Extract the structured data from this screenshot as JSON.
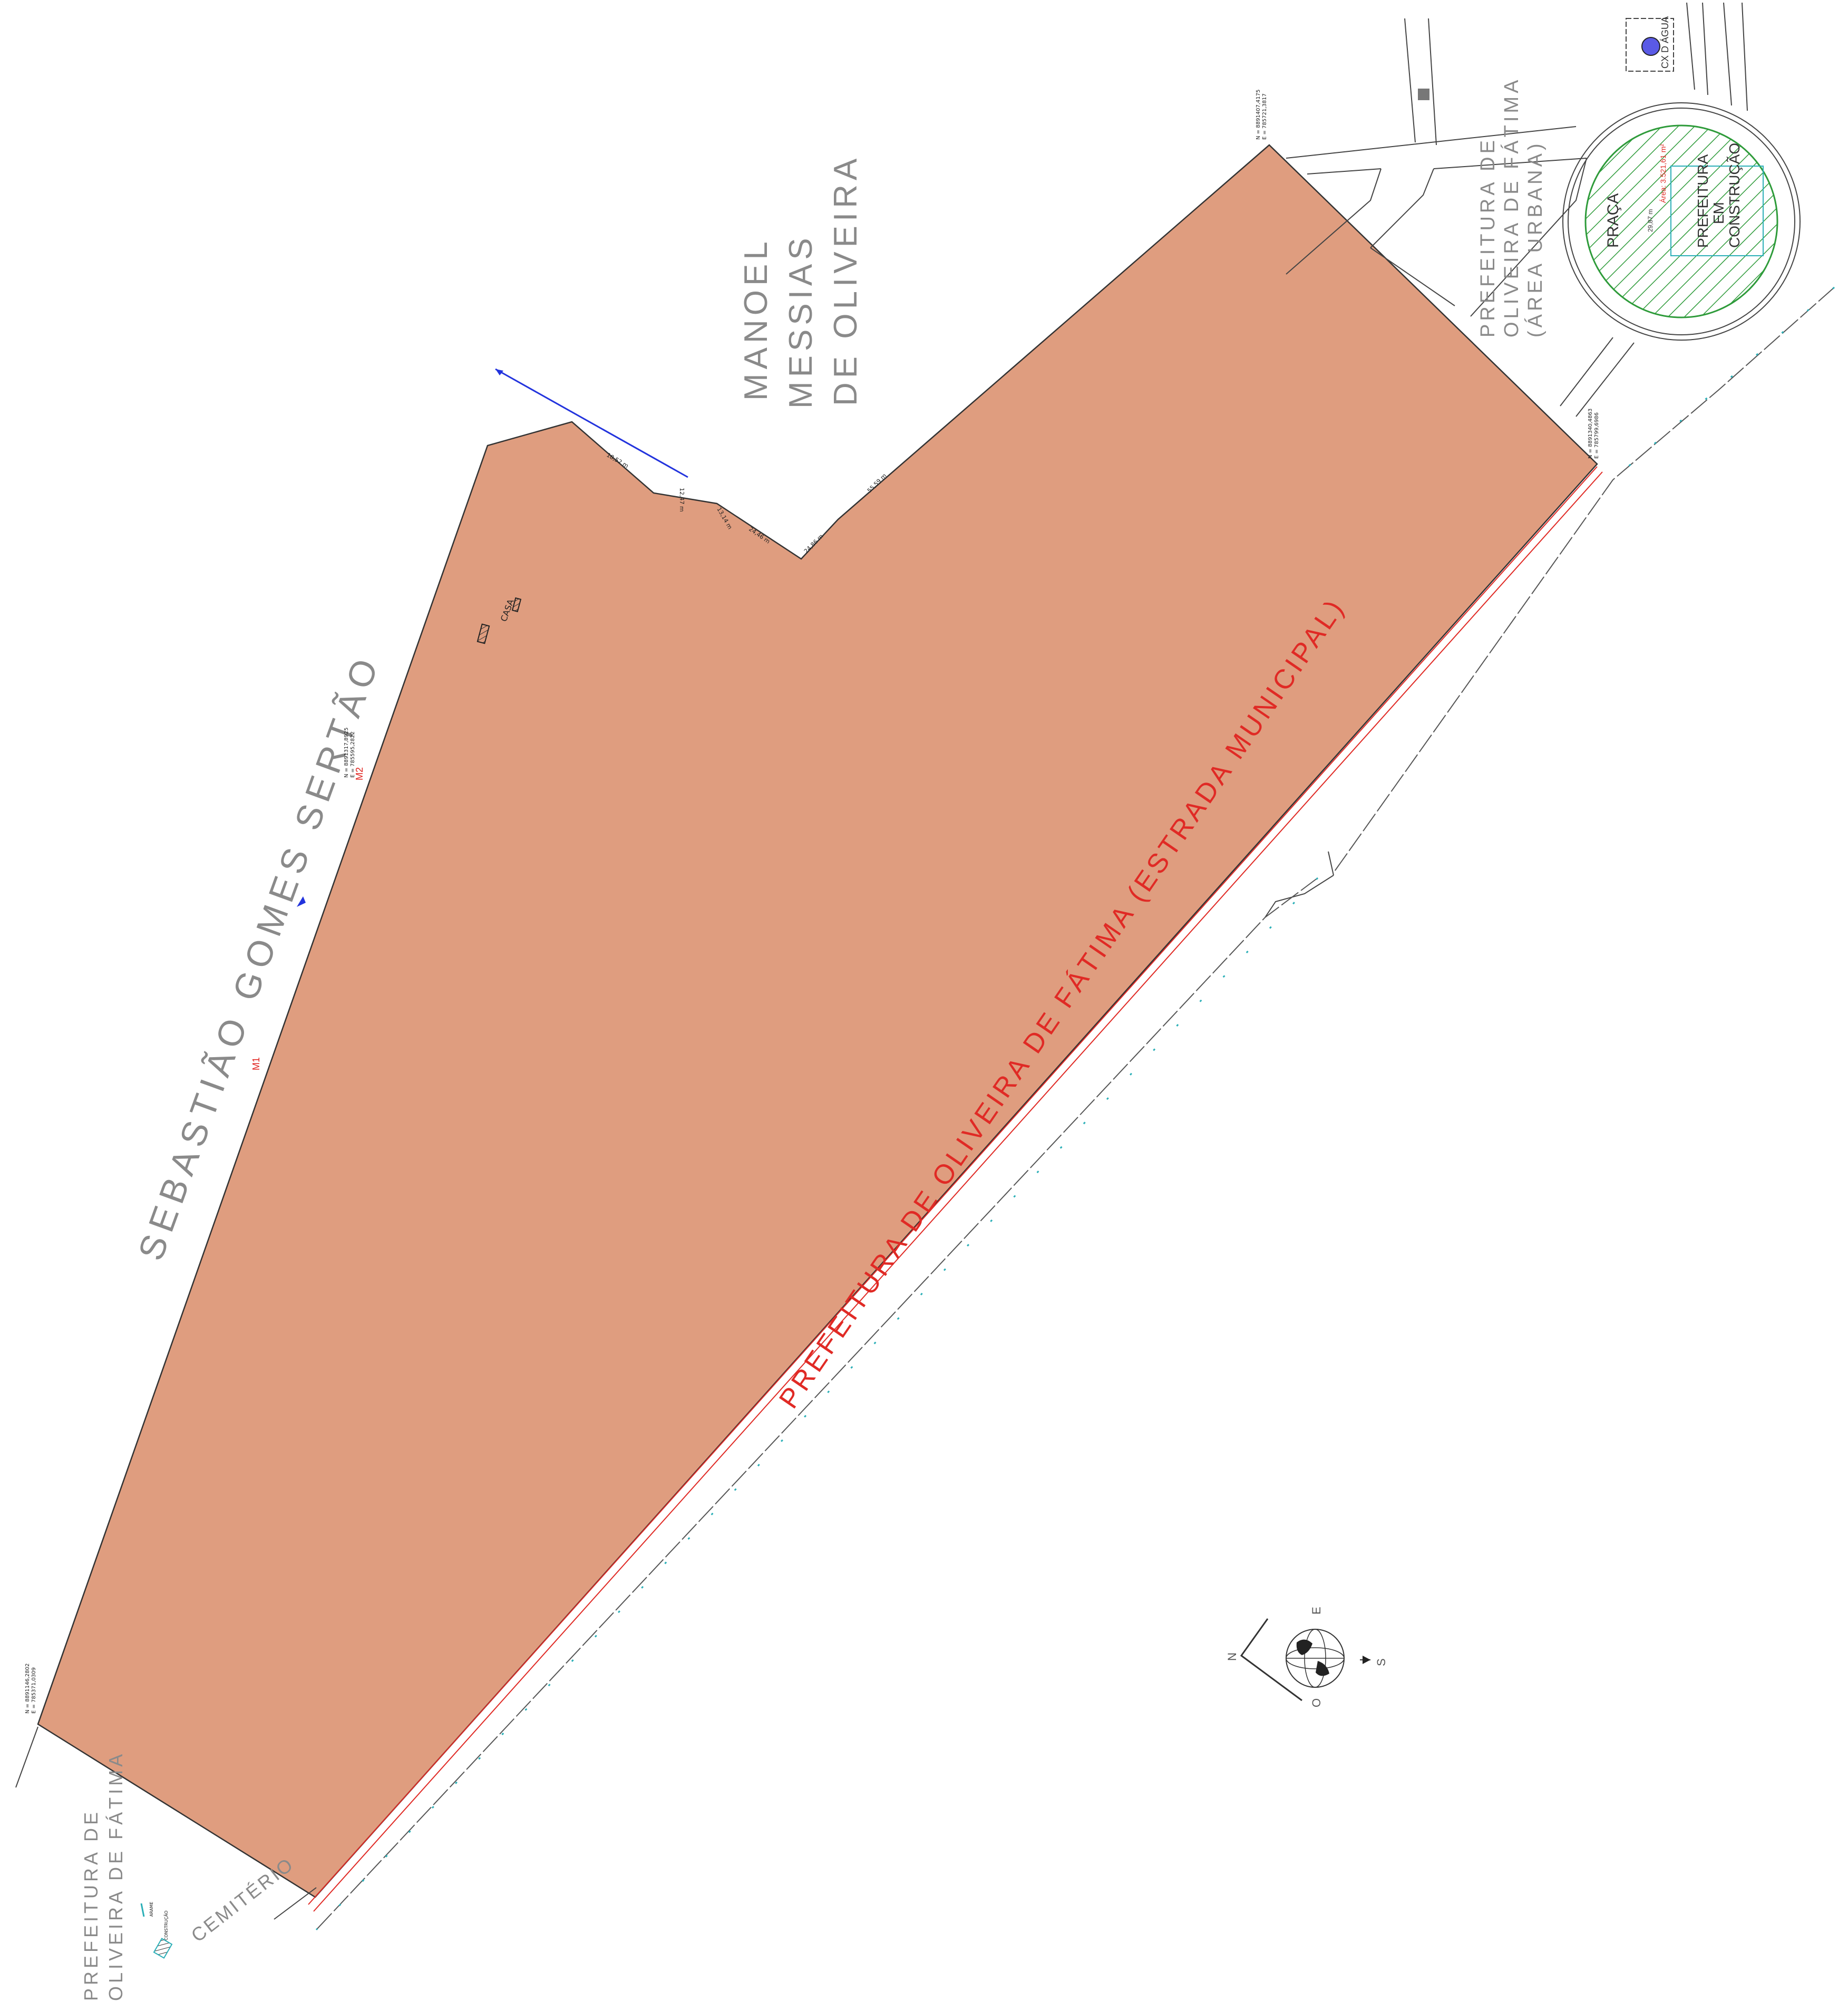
{
  "colors": {
    "parcel_fill": "#DF9D7F",
    "road_line": "#E02A25",
    "fence_line": "#2BAFB7",
    "praca_hatch": "#2E9B3A",
    "water_tank": "#5A5AE6",
    "blue_line": "#2233DD",
    "label_gray": "#8A8A8A"
  },
  "neighbors": {
    "north": [
      "MANOEL",
      "MESSIAS",
      "DE OLIVEIRA"
    ],
    "west": "SEBASTIÃO GOMES SERTÃO",
    "southwest": [
      "PREFEITURA DE",
      "OLIVEIRA DE FÁTIMA"
    ],
    "northeast": [
      "PREFEITURA DE",
      "OLIVEIRA DE FÁTIMA",
      "(ÁREA URBANA)"
    ],
    "road": "PREFEITURA DE OLIVEIRA DE FÁTIMA (ESTRADA MUNICIPAL)",
    "cemetery": "CEMITÉRIO"
  },
  "features": {
    "house": "CASA",
    "praca": "PRAÇA",
    "prefeitura_construcao": [
      "PREFEITURA",
      "EM",
      "CONSTRUÇÃO"
    ],
    "water_tank": "CX D ÁGUA",
    "praca_area_label": "Área: 3.521,61 m²",
    "praca_dim": "29,87 m"
  },
  "markers": {
    "m1": "M1",
    "m2": "M2"
  },
  "coordinates": {
    "vertex_top": [
      "N = 8891407,4175",
      "E = 785721,3817"
    ],
    "vertex_east": [
      "N = 8891340,4863",
      "E = 785799,6986"
    ],
    "vertex_west": [
      "N = 8891146,2802",
      "E = 785371,0309"
    ],
    "vertex_m2": [
      "N = 8891317,8925",
      "E = 785595,2822"
    ]
  },
  "segment_lengths": [
    "18,52 m",
    "12,47 m",
    "13,14 m",
    "24,46 m",
    "24,86 m",
    "55,59 m"
  ],
  "legend": {
    "fence_label": "ARAME",
    "hatch_label": "CONSTRUÇÃO"
  },
  "compass": {
    "n": "N",
    "s": "S",
    "e": "E",
    "o": "O"
  }
}
